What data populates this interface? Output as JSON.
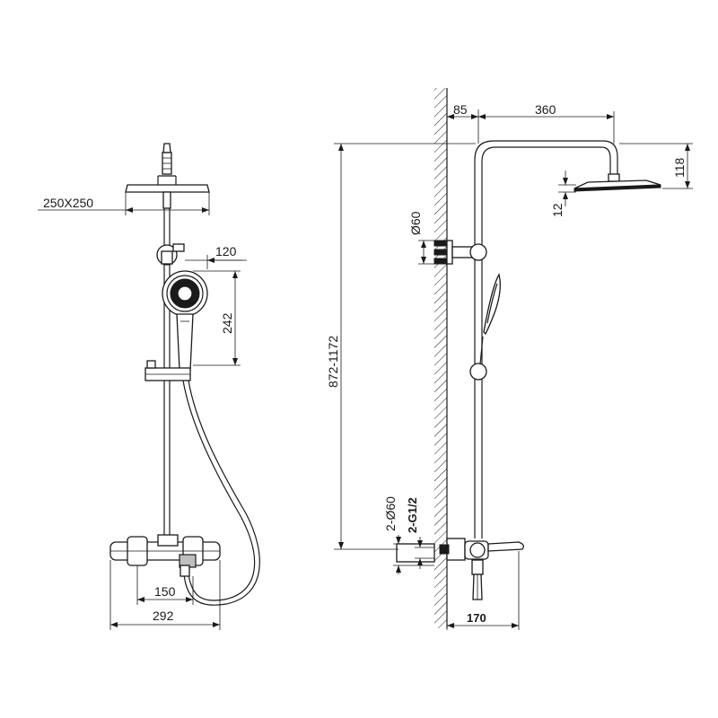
{
  "front_view": {
    "head_size": "250X250",
    "handshower_offset": "120",
    "handshower_height": "242",
    "inlet_spacing": "150",
    "mixer_width": "292"
  },
  "side_view": {
    "wall_offset": "85",
    "arm_reach": "360",
    "head_drop": "118",
    "head_thickness": "12",
    "holder_diameter": "Ø60",
    "height_range": "872-1172",
    "flange_diameter": "2-Ø60",
    "thread": "2-G1/2",
    "mixer_depth": "170"
  }
}
